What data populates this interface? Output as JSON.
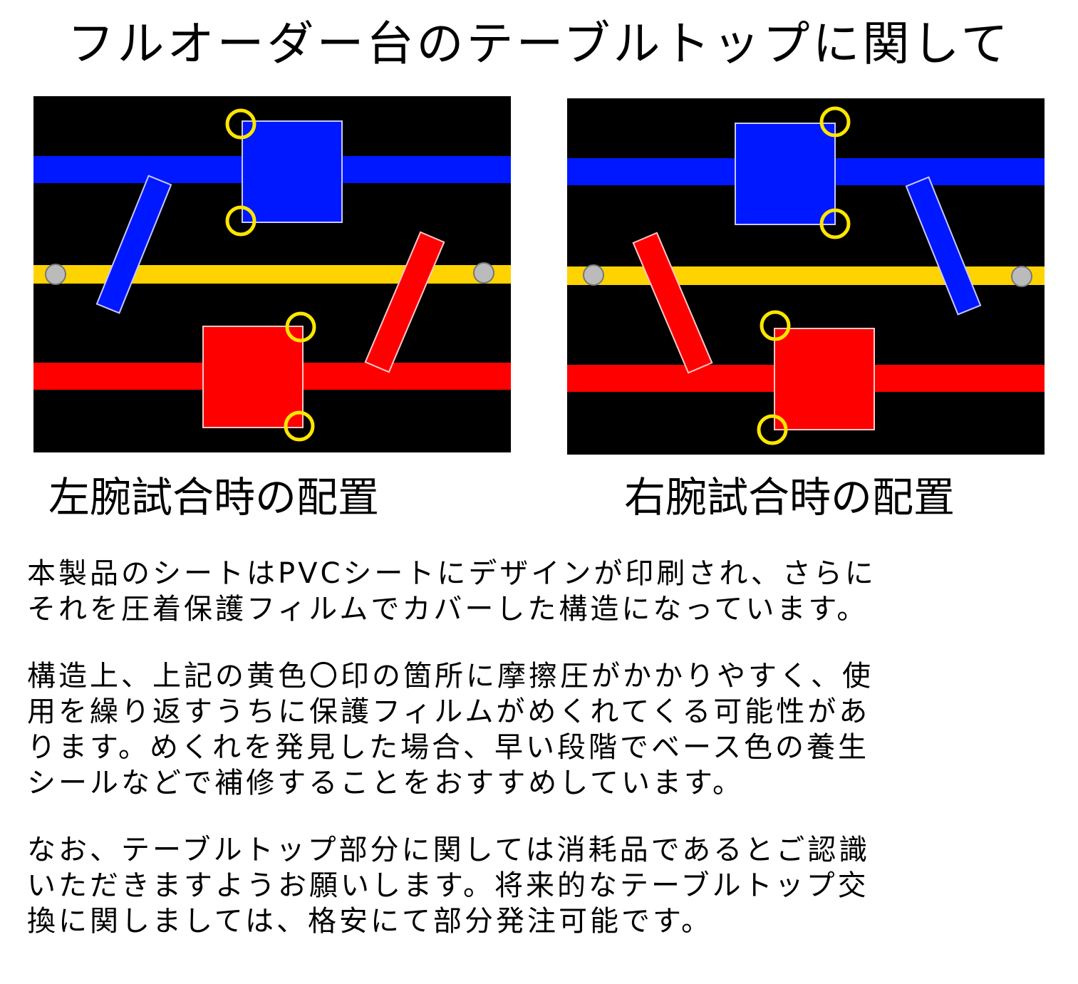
{
  "title": "フルオーダー台のテーブルトップに関して",
  "captions": {
    "left": "左腕試合時の配置",
    "right": "右腕試合時の配置"
  },
  "paragraphs": [
    {
      "lines": [
        "本製品のシートはPVCシートにデザインが印刷され、さらに",
        "それを圧着保護フィルムでカバーした構造になっています。"
      ]
    },
    {
      "lines": [
        "構造上、上記の黄色〇印の箇所に摩擦圧がかかりやすく、使",
        "用を繰り返すうちに保護フィルムがめくれてくる可能性があ",
        "ります。めくれを発見した場合、早い段階でベース色の養生",
        "シールなどで補修することをおすすめしています。"
      ]
    },
    {
      "lines": [
        "なお、テーブルトップ部分に関しては消耗品であるとご認識",
        "いただきますようお願いします。将来的なテーブルトップ交",
        "換に関しましては、格安にて部分発注可能です。"
      ]
    }
  ],
  "colors": {
    "board": "#000000",
    "blue": "#0018ff",
    "red": "#ff0000",
    "yellow": "#ffd300",
    "marker": "#ffe600",
    "peg": "#bbbbbb",
    "outline": "#c8c8ff"
  }
}
